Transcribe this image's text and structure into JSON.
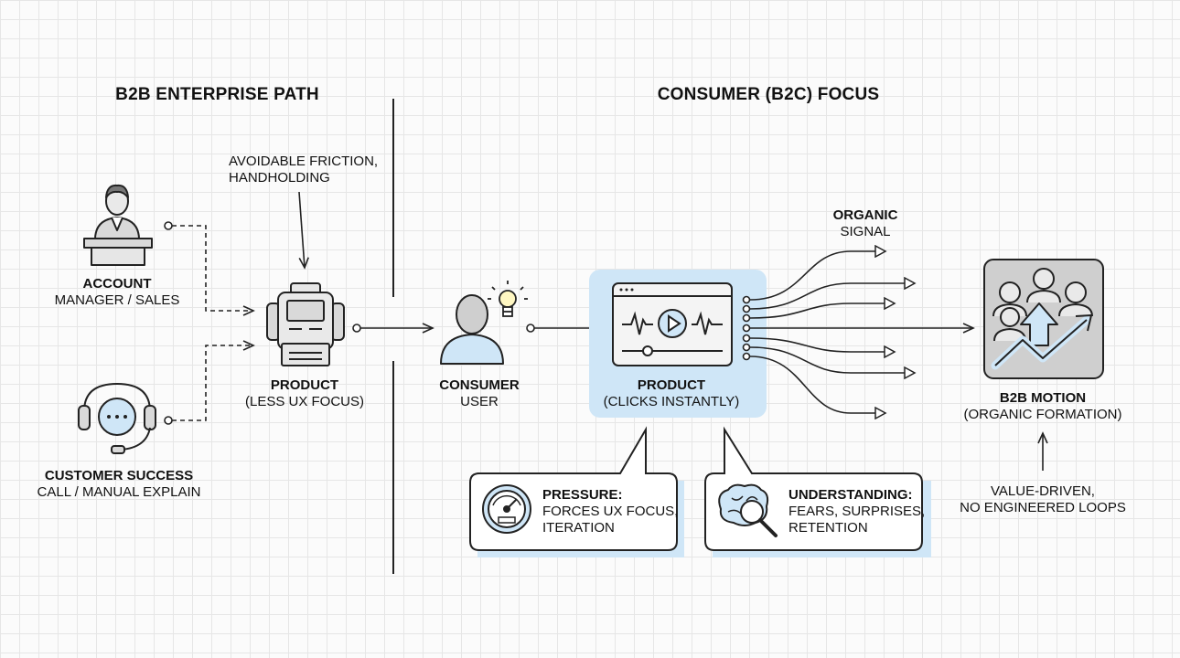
{
  "headings": {
    "b2b": "B2B ENTERPRISE PATH",
    "b2c": "CONSUMER (B2C) FOCUS"
  },
  "annotation_friction": {
    "line1": "AVOIDABLE FRICTION,",
    "line2": "HANDHOLDING"
  },
  "account_manager": {
    "title": "ACCOUNT",
    "subtitle": "MANAGER / SALES"
  },
  "customer_success": {
    "title": "CUSTOMER SUCCESS",
    "subtitle": "CALL / MANUAL EXPLAIN"
  },
  "product_b2b": {
    "title": "PRODUCT",
    "subtitle": "(LESS UX FOCUS)"
  },
  "consumer_user": {
    "title": "CONSUMER",
    "subtitle": "USER"
  },
  "product_b2c": {
    "title": "PRODUCT",
    "subtitle": "(CLICKS INSTANTLY)"
  },
  "organic_signal": {
    "title": "ORGANIC",
    "subtitle": "SIGNAL"
  },
  "b2b_motion": {
    "title": "B2B MOTION",
    "subtitle": "(ORGANIC FORMATION)"
  },
  "value_driven": {
    "line1": "VALUE-DRIVEN,",
    "line2": "NO ENGINEERED LOOPS"
  },
  "pressure": {
    "title": "PRESSURE:",
    "line1": "FORCES UX FOCUS,",
    "line2": "ITERATION"
  },
  "understanding": {
    "title": "UNDERSTANDING:",
    "line1": "FEARS, SURPRISES,",
    "line2": "RETENTION"
  },
  "colors": {
    "accent_fill": "#cfe6f7",
    "ink": "#222222",
    "icon_gray": "#d9d9d9",
    "panel_gray": "#cfcfcf"
  },
  "icons": [
    "presenter-icon",
    "headset-chat-icon",
    "machine-icon",
    "user-icon",
    "lightbulb-icon",
    "video-player-icon",
    "people-growth-icon",
    "gauge-icon",
    "brain-magnifier-icon"
  ]
}
